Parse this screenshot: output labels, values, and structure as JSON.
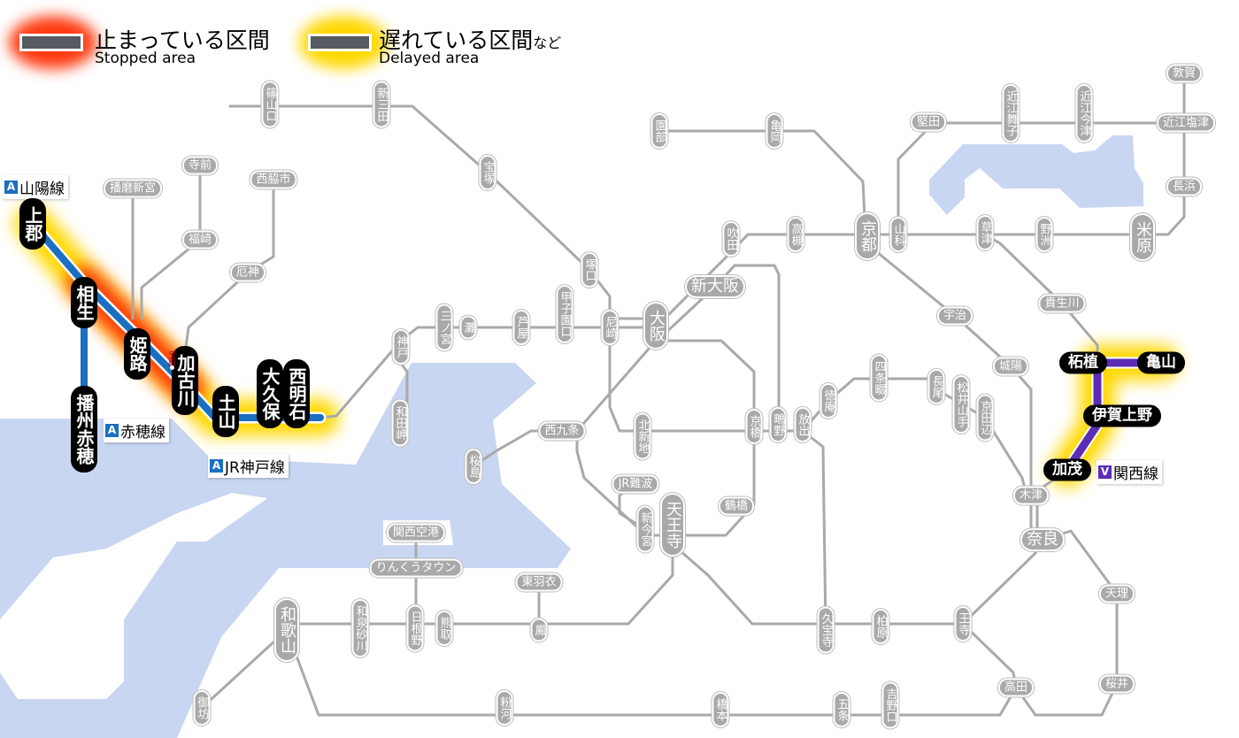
{
  "legend": {
    "stopped_jp": "止まっている区間",
    "stopped_en": "Stopped area",
    "delayed_jp": "遅れている区間",
    "delayed_suffix": "など",
    "delayed_en": "Delayed area"
  },
  "line_labels": [
    {
      "badge": "A",
      "name": "山陽線"
    },
    {
      "badge": "A",
      "name": "赤穂線"
    },
    {
      "badge": "A",
      "name": "JR神戸線"
    },
    {
      "badge": "V",
      "name": "関西線"
    }
  ],
  "colors": {
    "stopped": "#ff3a10",
    "delayed": "#ffd800",
    "line_a": "#1a6fc0",
    "line_v": "#5b2db5",
    "gray_line": "#a9a9a9",
    "water": "#c9d6f2"
  },
  "affected_stations": [
    "上郡",
    "相生",
    "播州赤穂",
    "姫路",
    "加古川",
    "土山",
    "大久保",
    "西明石",
    "柘植",
    "亀山",
    "伊賀上野",
    "加茂"
  ],
  "minor_station": "宝殿",
  "stations": [
    "篠山口",
    "新三田",
    "宝塚",
    "播磨新宮",
    "寺前",
    "西脇市",
    "福崎",
    "厄神",
    "塚口",
    "三ノ宮",
    "灘",
    "芦屋",
    "甲子園口",
    "尼崎",
    "大阪",
    "新大阪",
    "吹田",
    "高槻",
    "京都",
    "園部",
    "亀岡",
    "堅田",
    "近江舞子",
    "近江今津",
    "敦賀",
    "近江塩津",
    "長浜",
    "米原",
    "野洲",
    "草津",
    "山科",
    "宇治",
    "貴生川",
    "城陽",
    "神戸",
    "和田岬",
    "西九条",
    "桜島",
    "北新地",
    "京橋",
    "鴫野",
    "放出",
    "徳庵",
    "四条畷",
    "長尾",
    "松井山手",
    "京田辺",
    "木津",
    "奈良",
    "JR難波",
    "新今宮",
    "天王寺",
    "鶴橋",
    "関西空港",
    "りんくうタウン",
    "東羽衣",
    "鳳",
    "和歌山",
    "和泉砂川",
    "日根野",
    "熊取",
    "久宝寺",
    "柏原",
    "王寺",
    "天理",
    "桜井",
    "高田",
    "御坊",
    "粉河",
    "橋本",
    "五条",
    "吉野口"
  ]
}
